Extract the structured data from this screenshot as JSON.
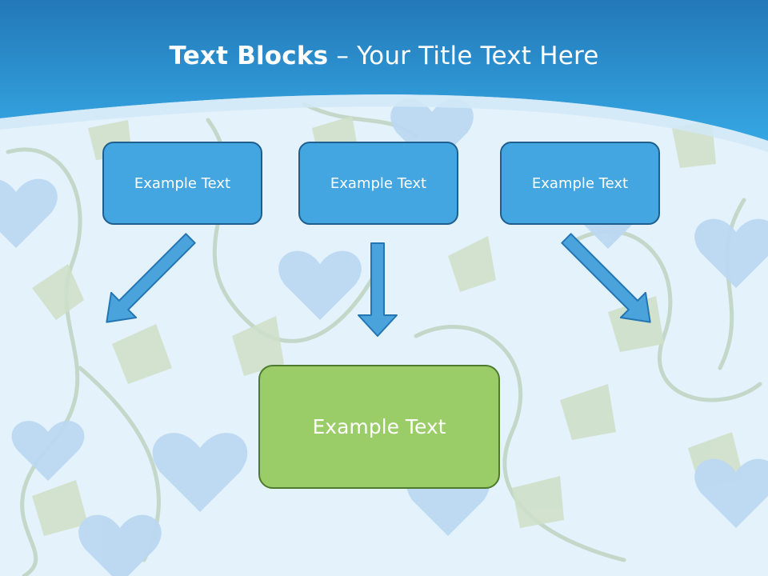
{
  "title": {
    "bold": "Text Blocks",
    "separator": " – ",
    "rest": "Your Title Text Here"
  },
  "blocks": {
    "top": [
      "Example Text",
      "Example Text",
      "Example Text"
    ],
    "bottom": "Example Text"
  },
  "colors": {
    "header": "#2a8fd0",
    "top_box_fill": "#43a6e0",
    "top_box_border": "#1f5f8f",
    "bottom_box_fill": "#9acd68",
    "bottom_box_border": "#4d7a2f",
    "arrow_fill": "#4ba3dc",
    "arrow_stroke": "#2376b3"
  }
}
